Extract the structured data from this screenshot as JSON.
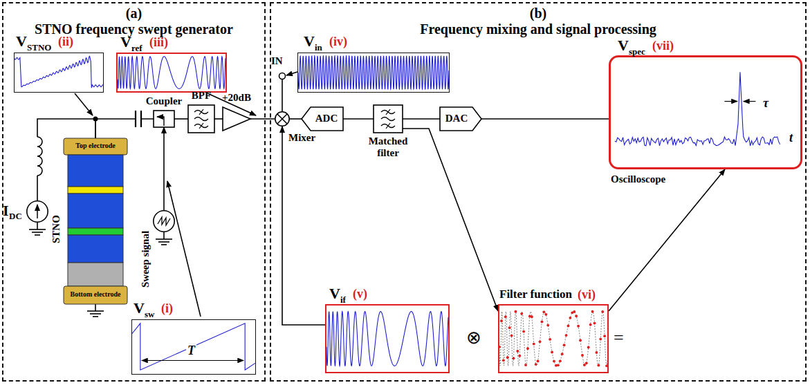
{
  "diagram": {
    "nodes": [
      {
        "text": [
          "(a)",
          "STNO frequency swept generator"
        ]
      },
      {
        "text": [
          "(b)",
          "Frequency mixing and signal processing"
        ]
      },
      {
        "text": [
          "V",
          "STNO",
          "(ii)"
        ],
        "in": 0
      },
      {
        "text": [
          "V",
          "ref",
          "(iii)"
        ],
        "in": 0
      },
      {
        "text": [
          "Coupler"
        ],
        "in": 0
      },
      {
        "text": [
          "BPF"
        ],
        "in": 0
      },
      {
        "text": [
          "+20dB"
        ],
        "in": 0
      },
      {
        "text": [
          "STNO",
          "Top electrode",
          "Bottom electrode"
        ],
        "in": 0
      },
      {
        "text": [
          "Sweep signal"
        ],
        "in": 0
      },
      {
        "text": [
          "V",
          "sw",
          "(i)",
          "T"
        ],
        "in": 0
      },
      {
        "text": [
          "I",
          "DC"
        ],
        "in": 0
      },
      {
        "text": [
          "V",
          "in",
          "(iv)"
        ],
        "in": 1
      },
      {
        "text": [
          "Mixer"
        ],
        "in": 1
      },
      {
        "text": [
          "ADC"
        ],
        "in": 1
      },
      {
        "text": [
          "Matched filter"
        ],
        "in": 1
      },
      {
        "text": [
          "DAC"
        ],
        "in": 1
      },
      {
        "text": [
          "V",
          "spec",
          "(vii)",
          "τ",
          "t",
          "Oscilloscope"
        ],
        "in": 1
      },
      {
        "text": [
          "V",
          "if",
          "(v)"
        ],
        "in": 1
      },
      {
        "text": [
          "Filter function",
          "(vi)"
        ],
        "in": 1
      }
    ],
    "edges": [
      {
        "from": 4,
        "to": 5,
        "arrow": "none"
      },
      {
        "from": 5,
        "to": 6,
        "arrow": "none"
      },
      {
        "from": 6,
        "to": 12,
        "arrow": "none"
      },
      {
        "from": 12,
        "to": 13,
        "arrow": "none"
      },
      {
        "from": 13,
        "to": 14,
        "arrow": "none"
      },
      {
        "from": 14,
        "to": 15,
        "arrow": "none"
      },
      {
        "from": 15,
        "to": 16,
        "arrow": "none"
      },
      {
        "from": 7,
        "to": 4,
        "arrow": "none"
      },
      {
        "from": 10,
        "to": 7,
        "arrow": "none"
      },
      {
        "from": 8,
        "to": 4,
        "arrow": "to"
      },
      {
        "from": 17,
        "to": 12,
        "arrow": "to"
      },
      {
        "from": 14,
        "to": 18,
        "arrow": "to"
      },
      {
        "from": 18,
        "to": 16,
        "arrow": "to"
      }
    ],
    "labels": [
      "IN",
      "⊗",
      "="
    ]
  }
}
